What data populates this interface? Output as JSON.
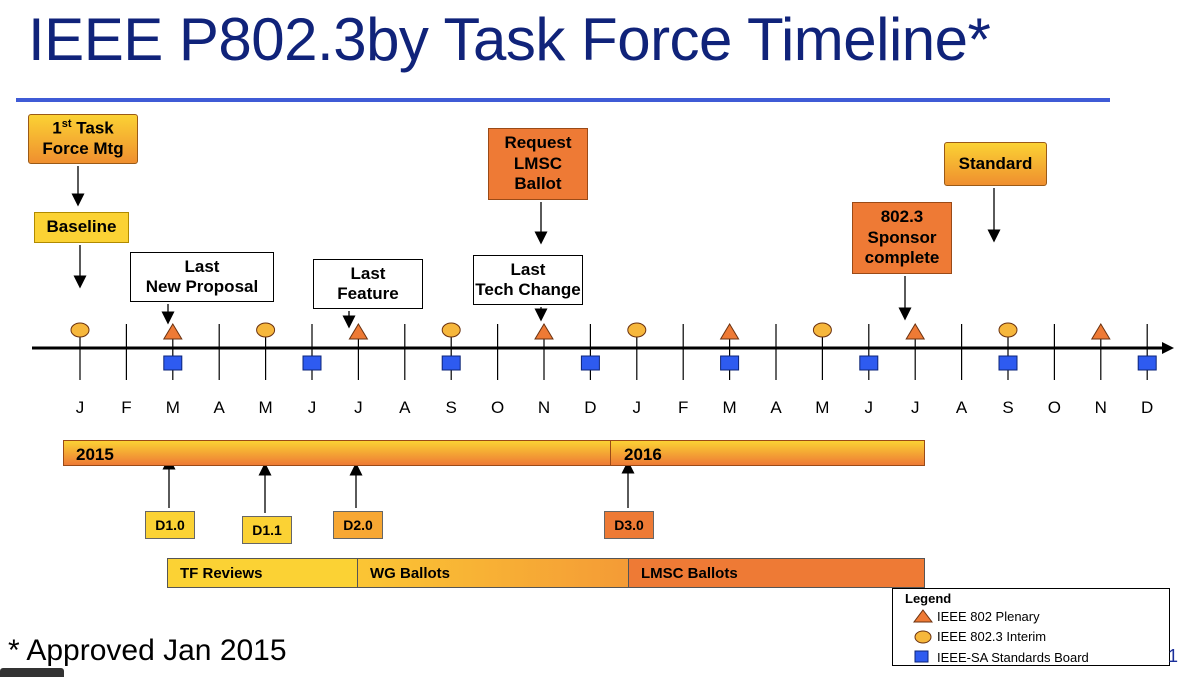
{
  "title": "IEEE P802.3by Task Force Timeline*",
  "footnote": "* Approved Jan 2015",
  "page_number": "1",
  "months": [
    "J",
    "F",
    "M",
    "A",
    "M",
    "J",
    "J",
    "A",
    "S",
    "O",
    "N",
    "D",
    "J",
    "F",
    "M",
    "A",
    "M",
    "J",
    "J",
    "A",
    "S",
    "O",
    "N",
    "D"
  ],
  "years": [
    "2015",
    "2016"
  ],
  "callouts": {
    "first_tf": {
      "line1": "1",
      "sup": "st",
      "line1_rest": " Task",
      "line2": "Force Mtg"
    },
    "baseline": "Baseline",
    "last_new_proposal": {
      "line1": "Last",
      "line2": "New Proposal"
    },
    "last_feature": {
      "line1": "Last",
      "line2": "Feature"
    },
    "request_lmsc": {
      "line1": "Request",
      "line2": "LMSC",
      "line3": "Ballot"
    },
    "last_tech_change": {
      "line1": "Last",
      "line2": "Tech Change"
    },
    "sponsor_complete": {
      "line1": "802.3",
      "line2": "Sponsor",
      "line3": "complete"
    },
    "standard": "Standard"
  },
  "drafts": {
    "d10": "D1.0",
    "d11": "D1.1",
    "d20": "D2.0",
    "d30": "D3.0"
  },
  "phases": {
    "tf_reviews": "TF Reviews",
    "wg_ballots": "WG Ballots",
    "lmsc_ballots": "LMSC Ballots"
  },
  "legend": {
    "title": "Legend",
    "plenary": "IEEE 802 Plenary",
    "interim": "IEEE 802.3 Interim",
    "sa_board": "IEEE-SA Standards Board"
  },
  "colors": {
    "title": "#10237a",
    "plenary": "#ee7a35",
    "interim": "#f6b73c",
    "sa_board": "#2e5bf0",
    "yellow": "#fbd234",
    "orange": "#ee7a35"
  }
}
